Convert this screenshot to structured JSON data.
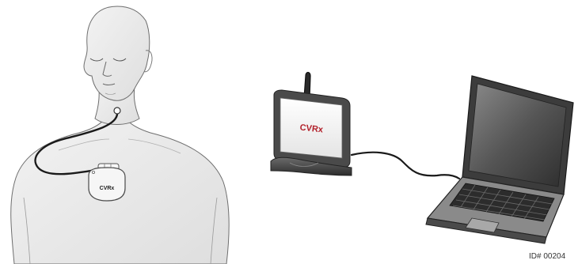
{
  "implant_label": "CVRx",
  "programmer_label": "CVRx",
  "figure_id": "ID# 00204",
  "colors": {
    "skin": "#ececec",
    "outline": "#6e6e6e",
    "lead": "#1a1a1a",
    "device_frame": "#4a4a4a",
    "device_face": "#f4f4f4",
    "brand_red": "#b2202a",
    "laptop_dark": "#3c3c3c",
    "screen": "#5a5a5a"
  }
}
